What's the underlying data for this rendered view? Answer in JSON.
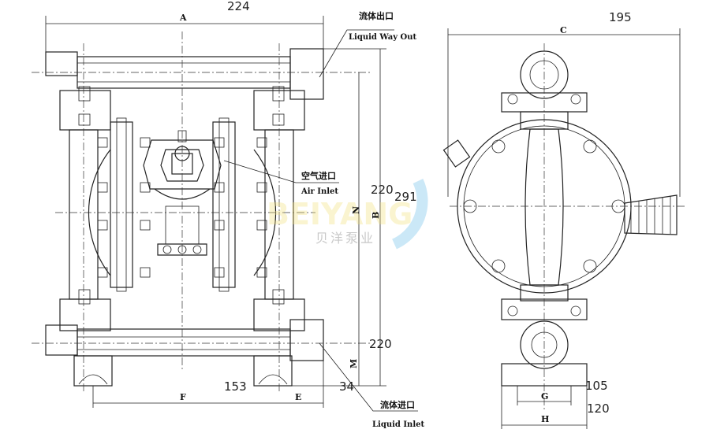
{
  "labels": {
    "outlet_cn": "流体出口",
    "outlet_en": "Liquid Way Out",
    "air_cn": "空气进口",
    "air_en": "Air Inlet",
    "inlet_cn": "流体进口",
    "inlet_en": "Liquid Inlet"
  },
  "dimensions": {
    "A": "A",
    "A_val": "224",
    "B": "B",
    "B_val": "291",
    "N": "N",
    "N_val": "220",
    "M": "M",
    "M_val": "220",
    "F": "F",
    "F_val": "153",
    "E": "E",
    "E_val": "34",
    "C": "C",
    "C_val": "195",
    "G": "G",
    "G_val": "105",
    "H": "H",
    "H_val": "120"
  },
  "watermark": {
    "brand": "BEIYANG",
    "brand_cn": "贝洋泵业"
  },
  "colors": {
    "watermark_yellow": "#f3e07a",
    "watermark_blue": "#7fc4ea"
  }
}
